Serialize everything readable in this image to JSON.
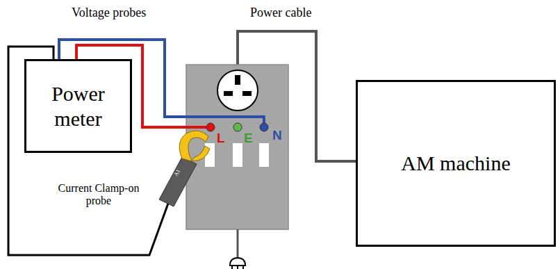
{
  "diagram": {
    "nodes": [
      {
        "text": [
          "Power meter"
        ]
      },
      {
        "text": [
          "AM machine"
        ]
      }
    ],
    "labels": [
      "Voltage probes",
      "Power cable",
      "L",
      "E",
      "N",
      "Current Clamp-on probe",
      "A1"
    ]
  }
}
